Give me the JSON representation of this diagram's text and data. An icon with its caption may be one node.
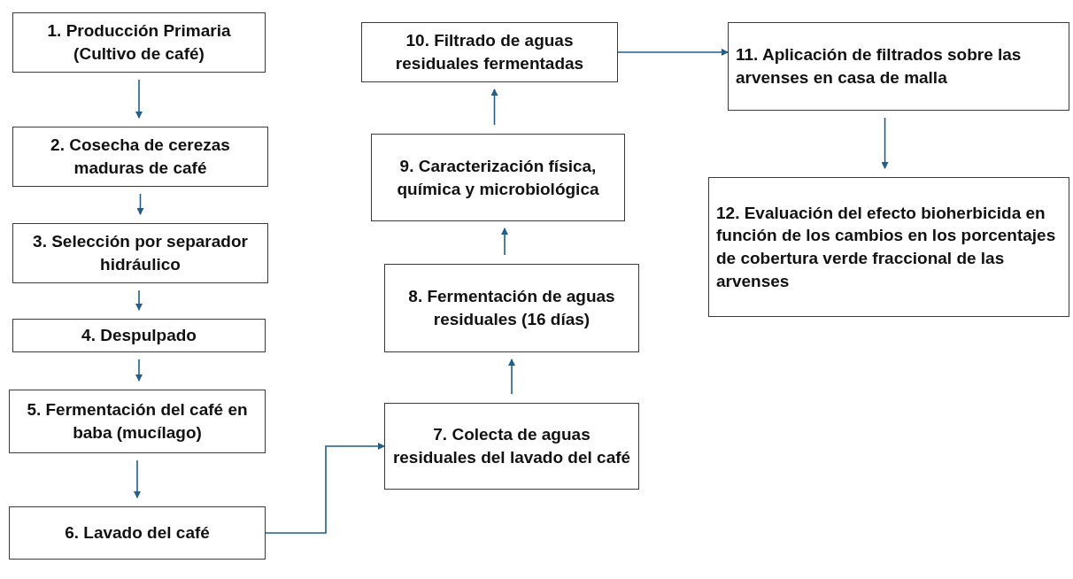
{
  "diagram": {
    "nodes": [
      {
        "text": [
          "1. Producción Primaria (Cultivo de café)"
        ]
      },
      {
        "text": [
          "2. Cosecha de cerezas maduras de café"
        ]
      },
      {
        "text": [
          "3. Selección por separador hidráulico"
        ]
      },
      {
        "text": [
          "4. Despulpado"
        ]
      },
      {
        "text": [
          "5. Fermentación del café en baba (mucílago)"
        ]
      },
      {
        "text": [
          "6. Lavado del café"
        ]
      },
      {
        "text": [
          "7. Colecta de aguas residuales del lavado del café"
        ]
      },
      {
        "text": [
          "8. Fermentación de aguas residuales (16 días)"
        ]
      },
      {
        "text": [
          "9. Caracterización física, química y microbiológica"
        ]
      },
      {
        "text": [
          "10. Filtrado de aguas residuales fermentadas"
        ]
      },
      {
        "text": [
          "11. Aplicación de filtrados sobre las arvenses en casa de malla"
        ]
      },
      {
        "text": [
          "12. Evaluación del efecto bioherbicida en función de los cambios en los porcentajes de cobertura verde fraccional de las arvenses"
        ]
      }
    ],
    "edges": [
      {
        "from": 0,
        "to": 1,
        "arrow": "to"
      },
      {
        "from": 1,
        "to": 2,
        "arrow": "to"
      },
      {
        "from": 2,
        "to": 3,
        "arrow": "to"
      },
      {
        "from": 3,
        "to": 4,
        "arrow": "to"
      },
      {
        "from": 4,
        "to": 5,
        "arrow": "to"
      },
      {
        "from": 5,
        "to": 6,
        "arrow": "to"
      },
      {
        "from": 6,
        "to": 7,
        "arrow": "to"
      },
      {
        "from": 7,
        "to": 8,
        "arrow": "to"
      },
      {
        "from": 8,
        "to": 9,
        "arrow": "to"
      },
      {
        "from": 9,
        "to": 10,
        "arrow": "to"
      },
      {
        "from": 10,
        "to": 11,
        "arrow": "to"
      }
    ]
  }
}
